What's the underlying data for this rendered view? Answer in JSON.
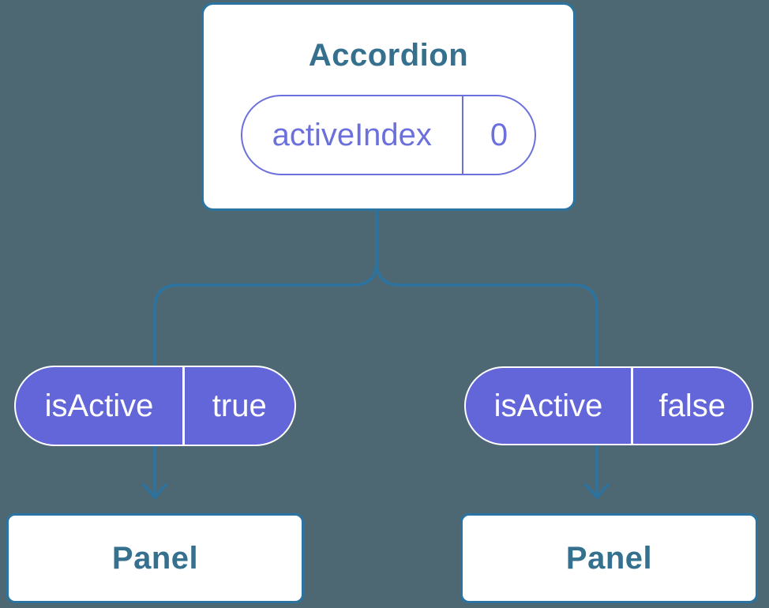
{
  "theme": {
    "bg": "#4d6872",
    "line": "#2b74a2",
    "text-blue": "#35708e",
    "purple": "#6b70dc",
    "purple-fill": "#6266d9",
    "pill-border": "#ffffff",
    "pill-text": "#ffffff",
    "card-bg": "#ffffff"
  },
  "tree": {
    "root": {
      "title": "Accordion",
      "prop": {
        "name": "activeIndex",
        "value": "0"
      }
    },
    "children": [
      {
        "prop": {
          "name": "isActive",
          "value": "true"
        },
        "label": "Panel"
      },
      {
        "prop": {
          "name": "isActive",
          "value": "false"
        },
        "label": "Panel"
      }
    ]
  }
}
